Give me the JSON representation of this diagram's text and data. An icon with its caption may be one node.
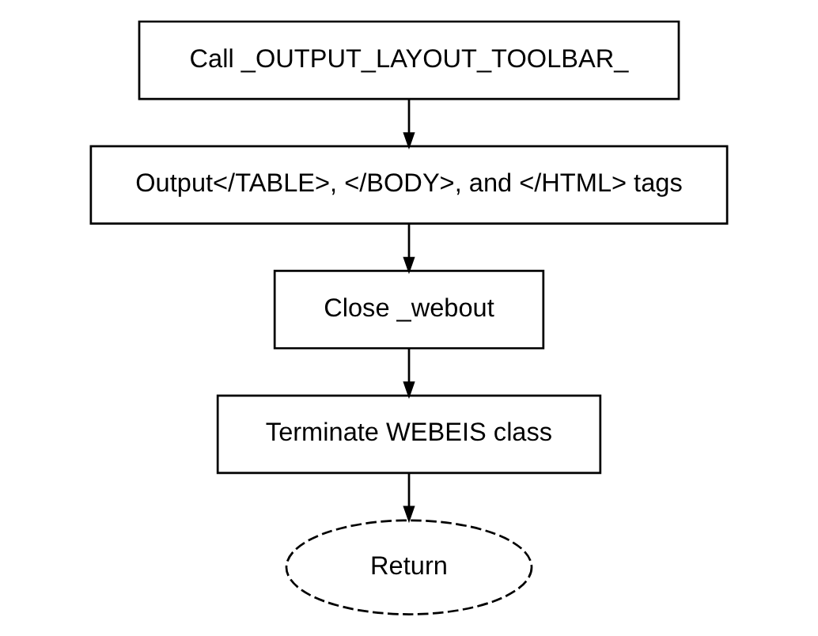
{
  "diagram": {
    "nodes": [
      {
        "text": [
          "Call _OUTPUT_LAYOUT_TOOLBAR_"
        ]
      },
      {
        "text": [
          "Output</TABLE>, </BODY>, and </HTML> tags"
        ]
      },
      {
        "text": [
          "Close _webout"
        ]
      },
      {
        "text": [
          "Terminate WEBEIS class"
        ]
      },
      {
        "text": [
          "Return"
        ]
      }
    ],
    "edges": [
      {
        "from": 0,
        "to": 1,
        "arrow": "to"
      },
      {
        "from": 1,
        "to": 2,
        "arrow": "to"
      },
      {
        "from": 2,
        "to": 3,
        "arrow": "to"
      },
      {
        "from": 3,
        "to": 4,
        "arrow": "to"
      }
    ]
  }
}
